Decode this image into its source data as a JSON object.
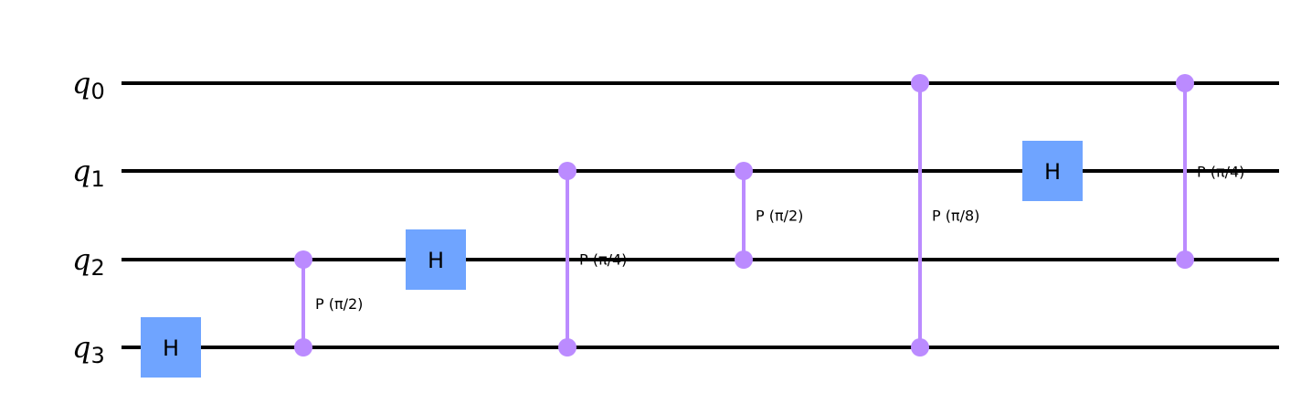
{
  "qubits": [
    {
      "label": "q",
      "index": "0"
    },
    {
      "label": "q",
      "index": "1"
    },
    {
      "label": "q",
      "index": "2"
    },
    {
      "label": "q",
      "index": "3"
    }
  ],
  "gates": [
    {
      "kind": "h",
      "label": "H",
      "qubit": 3,
      "step": 0
    },
    {
      "kind": "cp",
      "label": "P (π/2)",
      "qubits": [
        2,
        3
      ],
      "step": 1
    },
    {
      "kind": "h",
      "label": "H",
      "qubit": 2,
      "step": 2
    },
    {
      "kind": "cp",
      "label": "P (π/4)",
      "qubits": [
        1,
        3
      ],
      "step": 3
    },
    {
      "kind": "cp",
      "label": "P (π/2)",
      "qubits": [
        1,
        2
      ],
      "step": 4
    },
    {
      "kind": "cp",
      "label": "P (π/8)",
      "qubits": [
        0,
        3
      ],
      "step": 5
    },
    {
      "kind": "h",
      "label": "H",
      "qubit": 1,
      "step": 6
    },
    {
      "kind": "cp",
      "label": "P (π/4)",
      "qubits": [
        0,
        2
      ],
      "step": 7
    }
  ],
  "colors": {
    "wire": "#000000",
    "h_gate": "#6fa4ff",
    "h_text": "#000000",
    "control": "#bb8bff",
    "param_text": "#000000"
  }
}
